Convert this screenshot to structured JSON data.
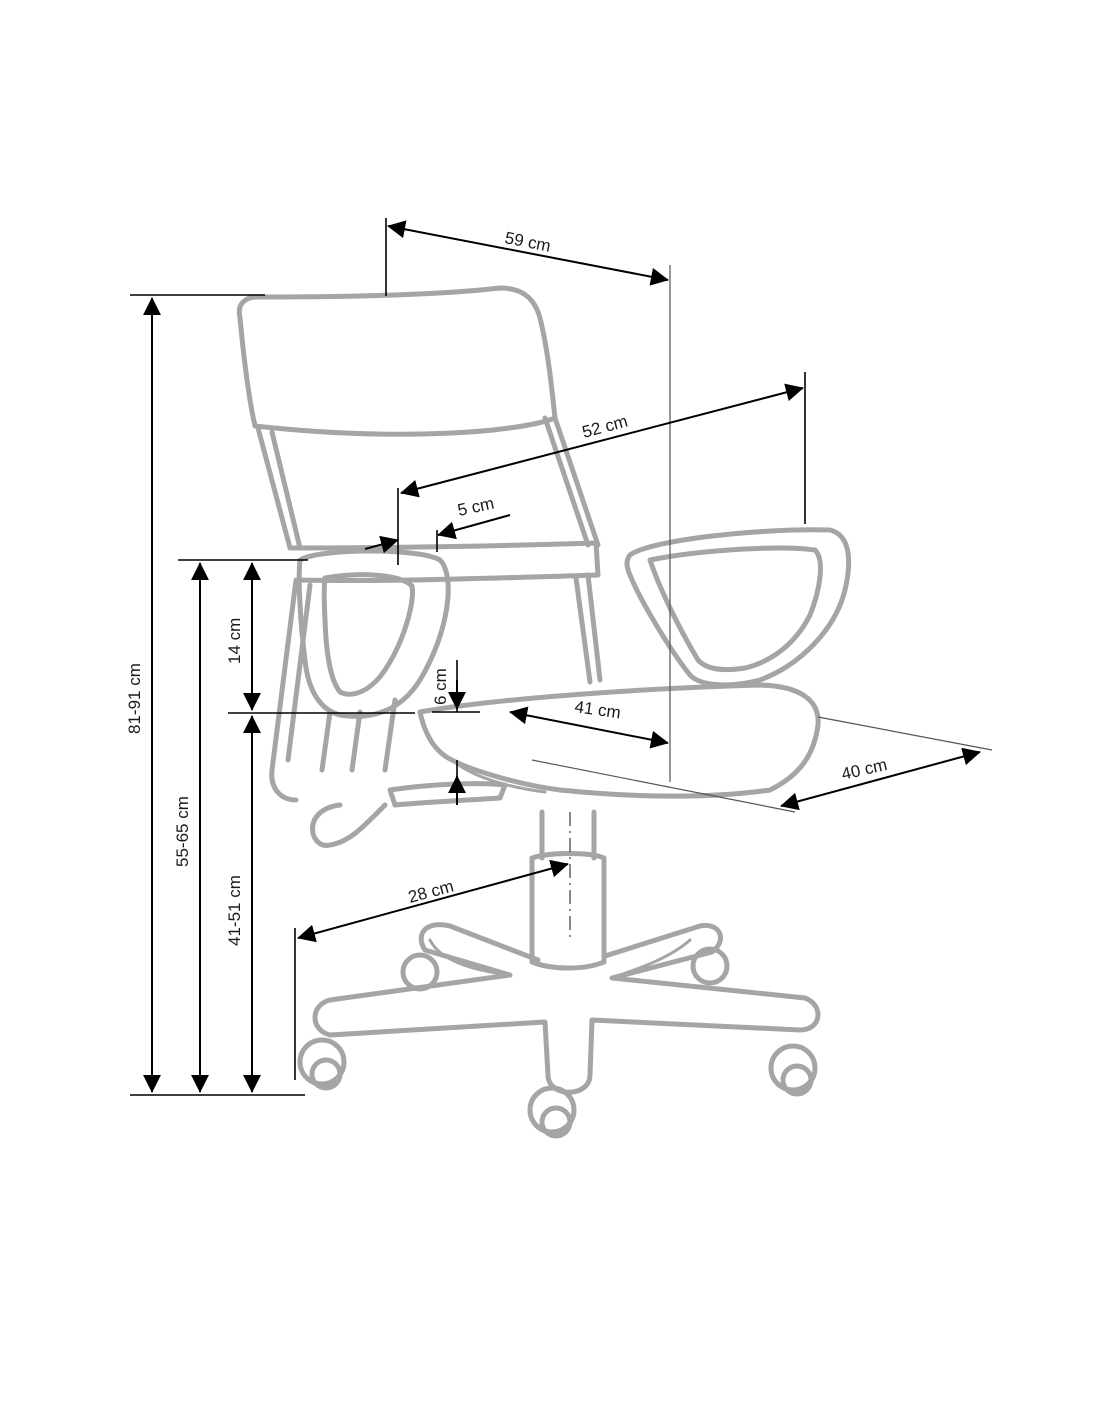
{
  "dimensions": {
    "overall_width": "59 cm",
    "seat_width": "52 cm",
    "armrest_width": "5 cm",
    "armrest_height": "14 cm",
    "seat_thickness": "6 cm",
    "seat_depth": "41 cm",
    "seat_side_depth": "40 cm",
    "base_radius": "28 cm",
    "total_height": "81-91 cm",
    "armrest_floor_height": "55-65 cm",
    "seat_floor_height": "41-51 cm"
  },
  "colors": {
    "chair_outline": "#a5a5a5",
    "dimension_lines": "#000000",
    "background": "#ffffff"
  }
}
